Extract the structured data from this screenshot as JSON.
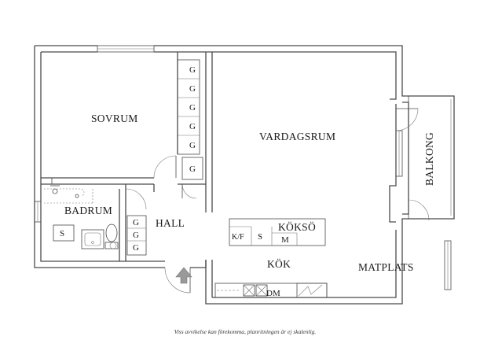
{
  "rooms": {
    "sovrum": "SOVRUM",
    "vardagsrum": "VARDAGSRUM",
    "balkong": "BALKONG",
    "badrum": "BADRUM",
    "hall": "HALL",
    "koksö": "KÖKSÖ",
    "kok": "KÖK",
    "matplats": "MATPLATS"
  },
  "fixtures": {
    "garderob": "G",
    "skap": "S",
    "kyl_frys": "K/F",
    "mikro": "M",
    "diskmaskin": "DM"
  },
  "disclaimer": "Viss avvikelse kan förekomma, planritningen är ej skalenlig."
}
